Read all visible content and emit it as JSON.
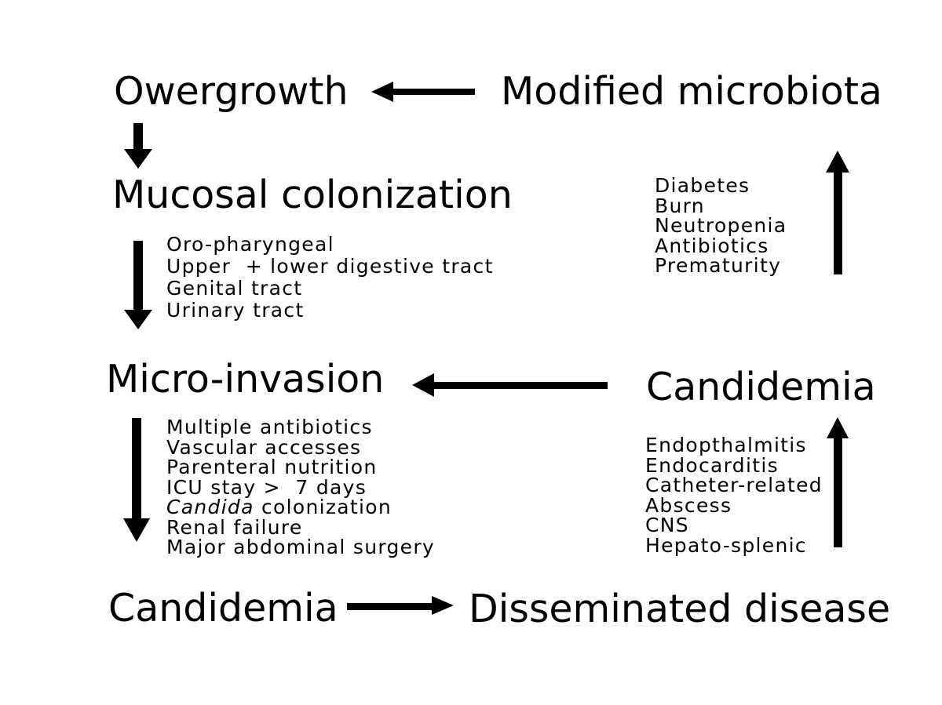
{
  "figure": {
    "background_color": "#ffffff",
    "text_color": "#000000",
    "arrow_color": "#000000",
    "nodes": {
      "overgrowth": {
        "label": "Owergrowth"
      },
      "modified_microbiota": {
        "label": "Modified microbiota"
      },
      "mucosal_colonization": {
        "label": "Mucosal colonization"
      },
      "micro_invasion": {
        "label": "Micro-invasion"
      },
      "candidemia_upper": {
        "label": "Candidemia"
      },
      "candidemia_lower": {
        "label": "Candidemia"
      },
      "disseminated_disease": {
        "label": "Disseminated disease"
      }
    },
    "lists": {
      "mucosal_sites": {
        "items": [
          "Oro-pharyngeal",
          "Upper  + lower digestive tract",
          "Genital tract",
          "Urinary tract"
        ]
      },
      "modified_microbiota_causes": {
        "items": [
          "Diabetes",
          "Burn",
          "Neutropenia",
          "Antibiotics",
          "Prematurity"
        ]
      },
      "micro_invasion_risk_factors": {
        "items_before_candida": [
          "Multiple antibiotics",
          "Vascular accesses",
          "Parenteral nutrition",
          "ICU stay >  7 days"
        ],
        "candida_line": {
          "italic_part": "Candida",
          "regular_part": " colonization"
        },
        "items_after_candida": [
          "Renal failure",
          "Major abdominal surgery"
        ]
      },
      "candidemia_manifestations": {
        "items": [
          "Endopthalmitis",
          "Endocarditis",
          "Catheter-related",
          "Abscess",
          "CNS",
          "Hepato-splenic"
        ]
      }
    },
    "arrows": [
      {
        "name": "arrow-modified-microbiota-to-overgrowth",
        "direction": "left"
      },
      {
        "name": "arrow-overgrowth-to-mucosal-colonization",
        "direction": "down"
      },
      {
        "name": "arrow-mucosal-colonization-to-micro-invasion",
        "direction": "down"
      },
      {
        "name": "arrow-causes-to-modified-microbiota",
        "direction": "up"
      },
      {
        "name": "arrow-candidemia-to-micro-invasion",
        "direction": "left"
      },
      {
        "name": "arrow-micro-invasion-to-candidemia",
        "direction": "down"
      },
      {
        "name": "arrow-manifestations-to-candidemia",
        "direction": "up"
      },
      {
        "name": "arrow-candidemia-to-disseminated-disease",
        "direction": "right"
      }
    ]
  }
}
